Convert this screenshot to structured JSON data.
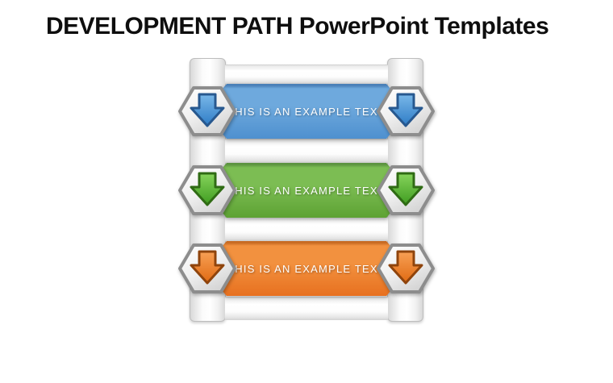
{
  "title": "DEVELOPMENT PATH PowerPoint Templates",
  "diagram": {
    "background": "#ffffff",
    "hexagon": {
      "border": "#8d8d8d",
      "fill_top": "#ffffff",
      "fill_mid": "#f0f0f0",
      "fill_bottom": "#d5d5d5"
    },
    "rows": [
      {
        "label": "THIS IS AN EXAMPLE TEXT",
        "icon": "arrow-down-icon",
        "banner": {
          "edge": "#4a80b8",
          "top": "#6ea9dd",
          "bottom": "#4e90cf"
        },
        "arrow": {
          "top": "#79b7e8",
          "bottom": "#2e7cc6",
          "outline": "#27588f"
        }
      },
      {
        "label": "THIS IS AN EXAMPLE TEXT",
        "icon": "arrow-down-icon",
        "banner": {
          "edge": "#5c9440",
          "top": "#7cbd53",
          "bottom": "#5da233"
        },
        "arrow": {
          "top": "#86d35b",
          "bottom": "#3f9c20",
          "outline": "#2f6b14"
        }
      },
      {
        "label": "THIS IS AN EXAMPLE TEXT",
        "icon": "arrow-down-icon",
        "banner": {
          "edge": "#c76a22",
          "top": "#f2913f",
          "bottom": "#e7701f"
        },
        "arrow": {
          "top": "#f7a055",
          "bottom": "#e06a12",
          "outline": "#8f440c"
        }
      }
    ]
  }
}
